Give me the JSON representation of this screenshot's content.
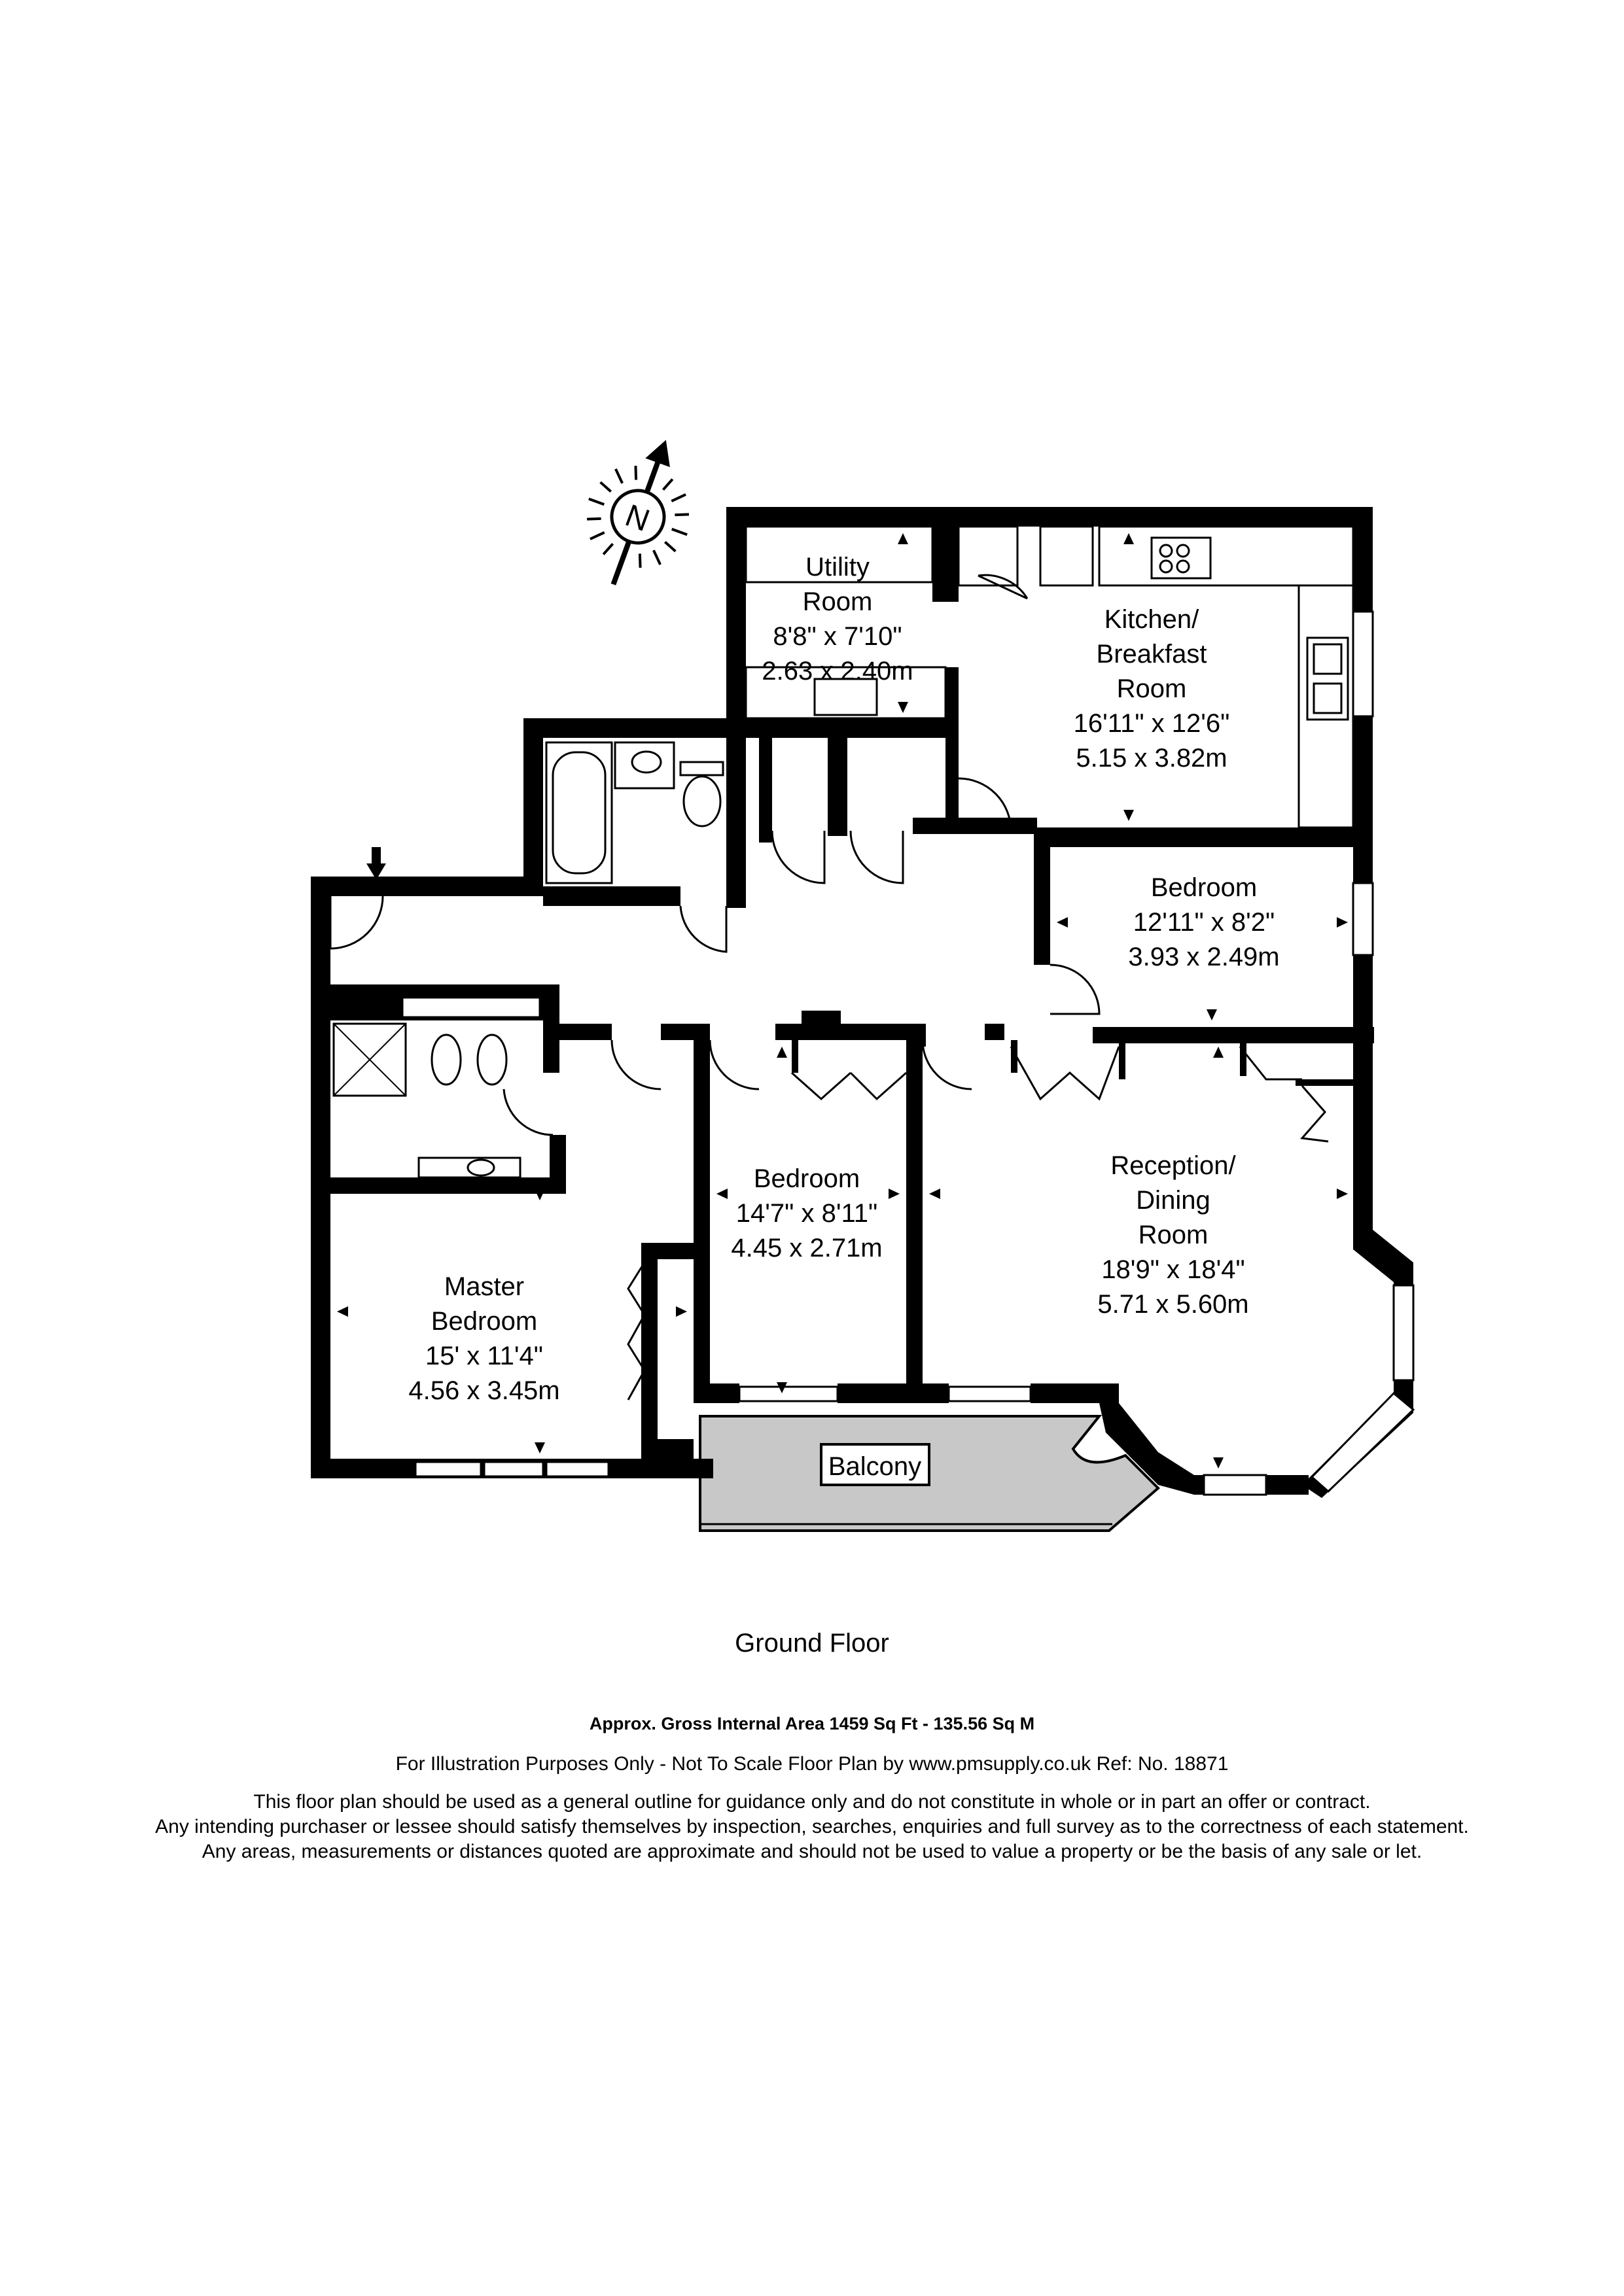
{
  "floor_title": "Ground Floor",
  "rooms": [
    {
      "key": "utility",
      "lines": [
        "Utility",
        "Room",
        "8'8\" x 7'10\"",
        "2.63 x 2.40m"
      ]
    },
    {
      "key": "kitchen",
      "lines": [
        "Kitchen/",
        "Breakfast",
        "Room",
        "16'11\" x 12'6\"",
        "5.15 x 3.82m"
      ]
    },
    {
      "key": "bedroom_east",
      "lines": [
        "Bedroom",
        "12'11\" x 8'2\"",
        "3.93 x 2.49m"
      ]
    },
    {
      "key": "bedroom_mid",
      "lines": [
        "Bedroom",
        "14'7\" x 8'11\"",
        "4.45 x 2.71m"
      ]
    },
    {
      "key": "master",
      "lines": [
        "Master",
        "Bedroom",
        "15' x 11'4\"",
        "4.56 x 3.45m"
      ]
    },
    {
      "key": "reception",
      "lines": [
        "Reception/",
        "Dining",
        "Room",
        "18'9\" x 18'4\"",
        "5.71 x 5.60m"
      ]
    },
    {
      "key": "balcony",
      "lines": [
        "Balcony"
      ]
    }
  ],
  "compass_letter": "N",
  "footer": {
    "gross_area": "Approx. Gross Internal Area  1459 Sq Ft  -  135.56 Sq M",
    "illustration": "For Illustration Purposes Only - Not To Scale   Floor Plan by  www.pmsupply.co.uk   Ref: No. 18871",
    "disclaimer_1": "This floor plan should be used as a general outline for guidance only and do not constitute in whole or in part an offer or contract.",
    "disclaimer_2": "Any intending purchaser or lessee should satisfy themselves by inspection, searches, enquiries and full survey as to the correctness of each statement.",
    "disclaimer_3": "Any areas, measurements or distances quoted are approximate and should not be used to value a property or be the basis of any sale or let."
  },
  "colors": {
    "walls": "#000000",
    "balcony": "#c8c8c8",
    "background": "#ffffff"
  }
}
